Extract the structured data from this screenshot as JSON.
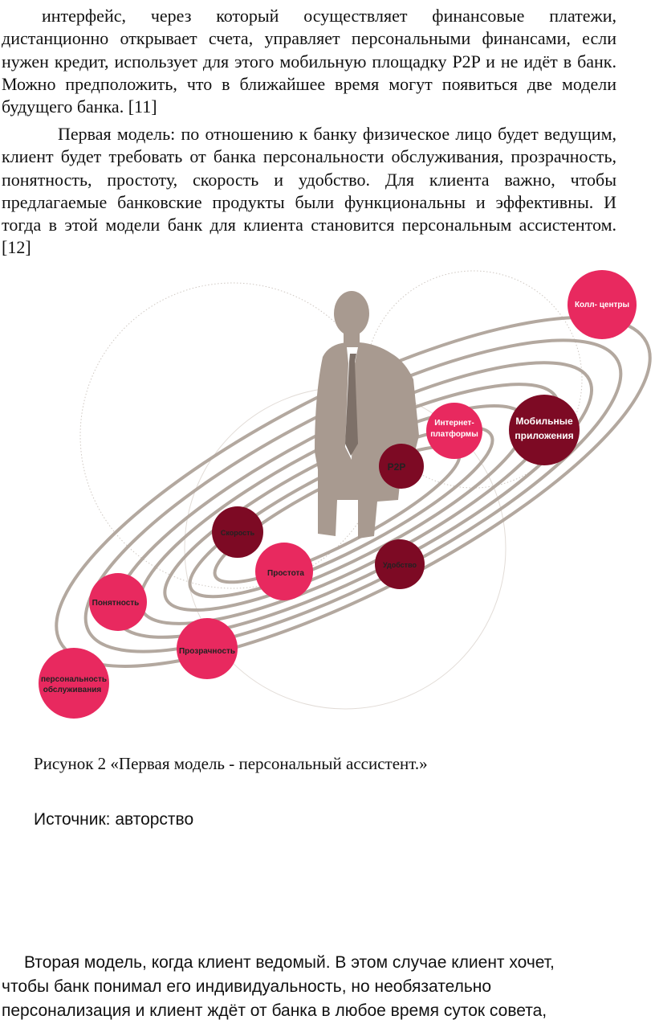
{
  "text": {
    "para1": "интерфейс, через который осуществляет финансовые платежи, дистанционно открывает счета, управляет персональными финансами, если нужен кредит, использует для этого мобильную площадку P2P и не идёт в банк. Можно предположить, что в ближайшее время могут появиться две модели будущего банка. [11]",
    "para2": "Первая модель: по отношению к банку физическое лицо будет ведущим, клиент будет требовать от банка персональности обслуживания, прозрачность, понятность, простоту, скорость и удобство. Для клиента важно, чтобы предлагаемые банковские продукты были функциональны и эффективны. И тогда в этой модели банк для клиента становится персональным ассистентом. [12]",
    "caption": "Рисунок 2 «Первая модель - персональный ассистент.»",
    "source": "Источник: авторство",
    "para3_lines": [
      "Вторая модель, когда клиент ведомый. В этом случае клиент хочет,",
      "чтобы банк понимал его индивидуальность, но необязательно",
      "персонализация и клиент ждёт от банка в любое время суток совета,"
    ]
  },
  "figure": {
    "colors": {
      "pink": "#e8295f",
      "dark": "#7d0a24",
      "person": "#a89a90",
      "orbit": "#b3a89f"
    },
    "nodes": [
      {
        "label": "Колл- центры",
        "color": "pink"
      },
      {
        "label": "Мобильные приложения",
        "color": "dark"
      },
      {
        "label": "Интернет- платформы",
        "color": "pink"
      },
      {
        "label": "P2P",
        "color": "dark"
      },
      {
        "label": "Скорость",
        "color": "dark"
      },
      {
        "label": "Простота",
        "color": "pink"
      },
      {
        "label": "Удобство",
        "color": "dark"
      },
      {
        "label": "Понятность",
        "color": "pink"
      },
      {
        "label": "Прозрачность",
        "color": "pink"
      },
      {
        "label": "персональность обслуживания",
        "color": "pink"
      }
    ]
  }
}
